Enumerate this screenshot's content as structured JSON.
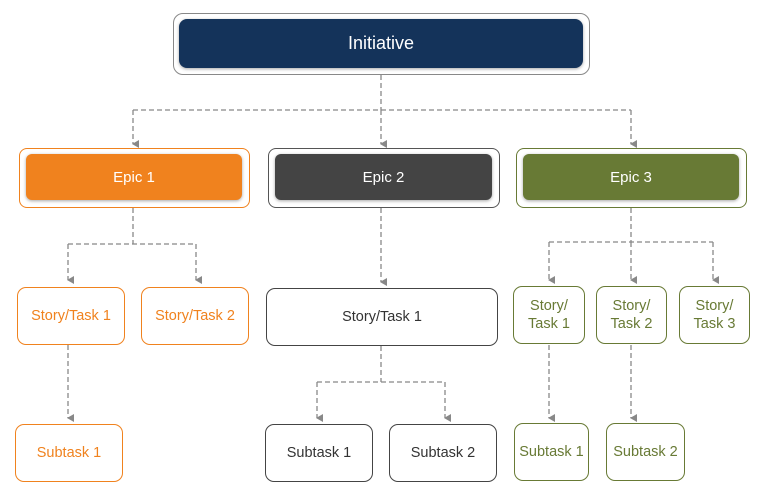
{
  "colors": {
    "initiative": "#14335a",
    "epic1": "#f0821e",
    "epic2": "#444444",
    "epic3": "#687a35",
    "connector": "#888888"
  },
  "initiative": {
    "label": "Initiative"
  },
  "epic1": {
    "label": "Epic 1",
    "stories": [
      {
        "label": "Story/Task 1"
      },
      {
        "label": "Story/Task 2"
      }
    ],
    "subtasks": [
      {
        "label": "Subtask 1"
      }
    ]
  },
  "epic2": {
    "label": "Epic 2",
    "stories": [
      {
        "label": "Story/Task 1"
      }
    ],
    "subtasks": [
      {
        "label": "Subtask 1"
      },
      {
        "label": "Subtask 2"
      }
    ]
  },
  "epic3": {
    "label": "Epic 3",
    "stories": [
      {
        "label": "Story/\nTask 1"
      },
      {
        "label": "Story/\nTask 2"
      },
      {
        "label": "Story/\nTask 3"
      }
    ],
    "subtasks": [
      {
        "label": "Subtask 1"
      },
      {
        "label": "Subtask 2"
      }
    ]
  }
}
